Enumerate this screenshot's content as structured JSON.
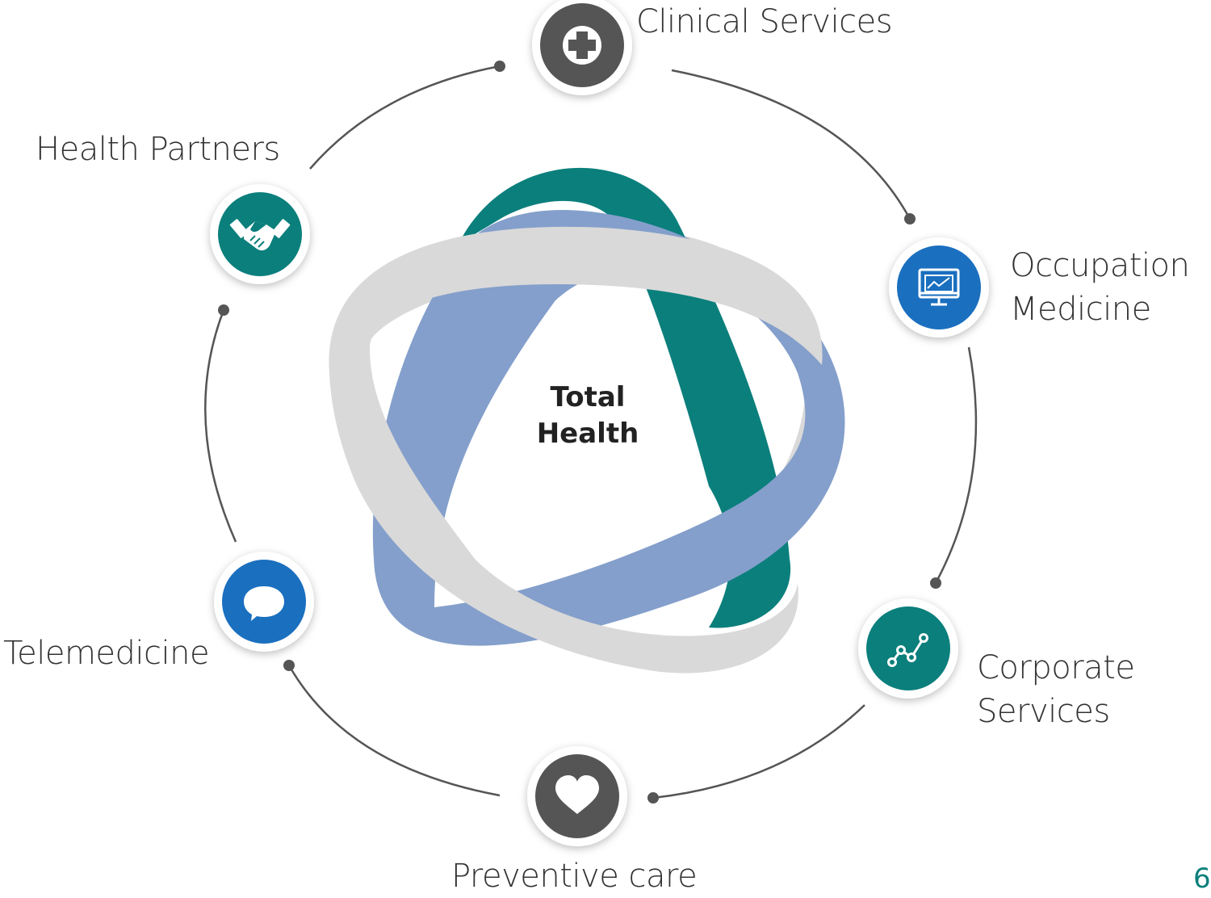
{
  "center": {
    "line1": "Total",
    "line2": "Health"
  },
  "nodes": [
    {
      "id": "clinical",
      "lines": [
        "Clinical Services"
      ],
      "icon": "medical-cross-icon",
      "color": "#555555"
    },
    {
      "id": "occupation",
      "lines": [
        "Occupation",
        "Medicine"
      ],
      "icon": "monitor-chart-icon",
      "color": "#1a6fbf"
    },
    {
      "id": "corporate",
      "lines": [
        "Corporate",
        "Services"
      ],
      "icon": "line-chart-icon",
      "color": "#0b7f7c"
    },
    {
      "id": "preventive",
      "lines": [
        "Preventive care"
      ],
      "icon": "heart-icon",
      "color": "#555555"
    },
    {
      "id": "telemedicine",
      "lines": [
        "Telemedicine"
      ],
      "icon": "speech-bubble-icon",
      "color": "#1a6fbf"
    },
    {
      "id": "partners",
      "lines": [
        "Health Partners"
      ],
      "icon": "handshake-icon",
      "color": "#0b7f7c"
    }
  ],
  "ribbon_colors": {
    "teal": "#0b7f7c",
    "blue": "#849fcb",
    "gray": "#d9d9d9"
  },
  "connector_color": "#555555",
  "page_number": "6"
}
